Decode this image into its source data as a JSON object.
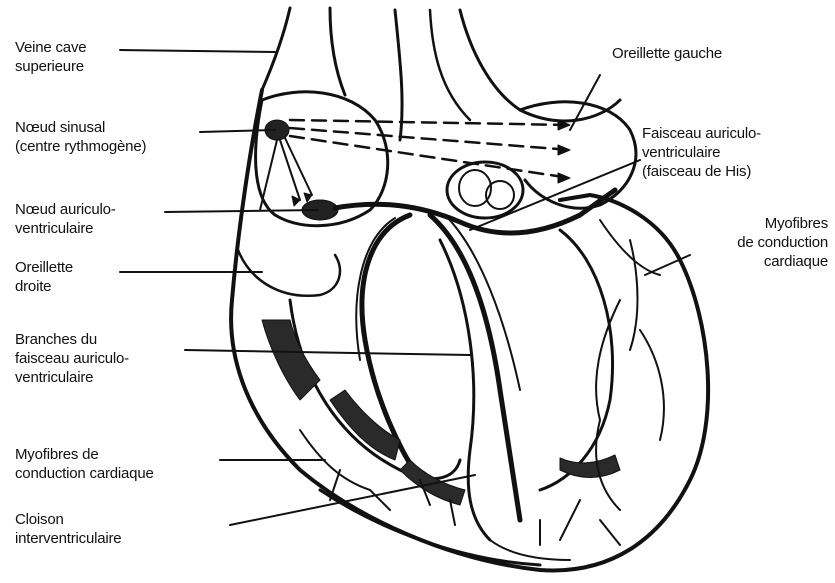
{
  "colors": {
    "ink": "#111111",
    "background": "#ffffff",
    "shade": "#2a2a2a"
  },
  "labels": {
    "veine_cave": [
      "Veine cave",
      "superieure"
    ],
    "noeud_sinusal": [
      "Nœud sinusal",
      "(centre rythmogène)"
    ],
    "noeud_auriculo": [
      "Nœud auriculo-",
      "ventriculaire"
    ],
    "oreillette_droite": [
      "Oreillette",
      "droite"
    ],
    "branches": [
      "Branches du",
      "faisceau auriculo-",
      "ventriculaire"
    ],
    "myofibres_left": [
      "Myofibres de",
      "conduction cardiaque"
    ],
    "cloison": [
      "Cloison",
      "interventriculaire"
    ],
    "oreillette_gauche": [
      "Oreillette gauche"
    ],
    "faisceau_his": [
      "Faisceau auriculo-",
      "ventriculaire",
      "(faisceau de His)"
    ],
    "myofibres_right": [
      "Myofibres",
      "de conduction",
      "cardiaque"
    ]
  }
}
